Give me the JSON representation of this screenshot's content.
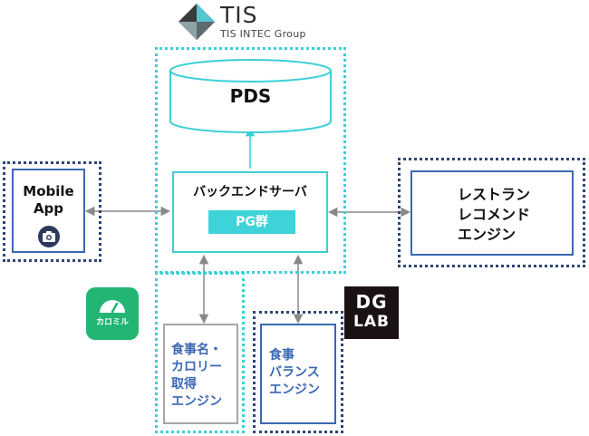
{
  "logo": {
    "name": "TIS",
    "subtitle": "TIS INTEC Group"
  },
  "pds": {
    "label": "PDS"
  },
  "backend": {
    "label": "バックエンドサーバ",
    "badge": "PG群"
  },
  "mobile": {
    "line1": "Mobile",
    "line2": "App",
    "icon": "camera-icon"
  },
  "restaurant": {
    "line1": "レストラン",
    "line2": "レコメンド",
    "line3": "エンジン"
  },
  "meal_engine": {
    "line1": "食事名・",
    "line2": "カロリー",
    "line3": "取得",
    "line4": "エンジン"
  },
  "balance_engine": {
    "line1": "食事",
    "line2": "バランス",
    "line3": "エンジン"
  },
  "calomil": {
    "label": "カロミル"
  },
  "dglab": {
    "line1": "DG",
    "line2": "LAB"
  },
  "colors": {
    "teal": "#3ccfd8",
    "navy": "#2e4675",
    "blue": "#3b67b4",
    "gray": "#a6a6a6",
    "green": "#22b573"
  }
}
